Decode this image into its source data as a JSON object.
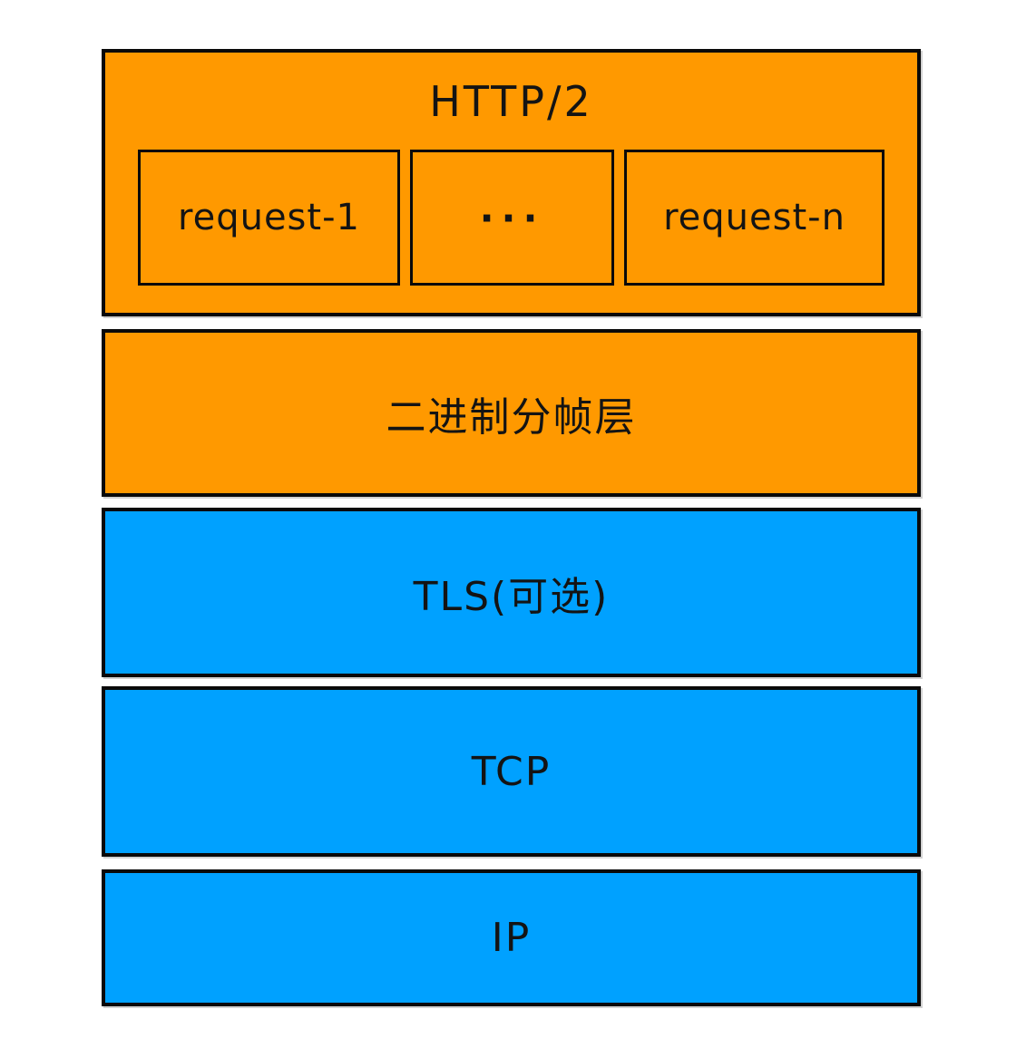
{
  "colors": {
    "orange": "#ff9900",
    "blue": "#00a1ff",
    "border": "#0a0a0a",
    "text": "#141414",
    "background": "#ffffff"
  },
  "stack": {
    "http2": {
      "label": "HTTP/2",
      "requests": [
        {
          "label": "request-1"
        },
        {
          "label": "···"
        },
        {
          "label": "request-n"
        }
      ]
    },
    "layers": [
      {
        "id": "binary-framing",
        "label": "二进制分帧层",
        "color_key": "orange"
      },
      {
        "id": "tls",
        "label": "TLS(可选)",
        "color_key": "blue"
      },
      {
        "id": "tcp",
        "label": "TCP",
        "color_key": "blue"
      },
      {
        "id": "ip",
        "label": "IP",
        "color_key": "blue"
      }
    ]
  }
}
